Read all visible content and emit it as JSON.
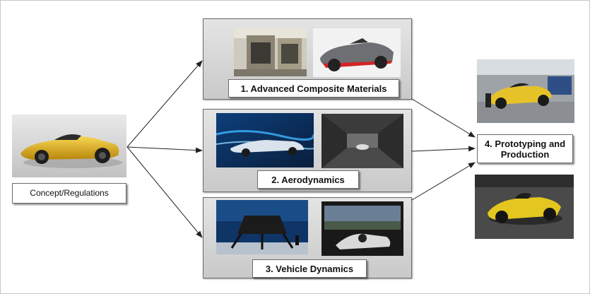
{
  "concept": {
    "label": "Concept/Regulations"
  },
  "stages": [
    {
      "label": "1.  Advanced Composite Materials"
    },
    {
      "label": "2.   Aerodynamics"
    },
    {
      "label": "3.   Vehicle Dynamics"
    }
  ],
  "final": {
    "label": "4. Prototyping and Production"
  },
  "colors": {
    "car_yellow": "#e0b521",
    "panel_grey": "#d6d6d6",
    "border": "#6b6b6b"
  },
  "images": [
    "yellow-concept-car-render",
    "composite-press-machine",
    "grey-carbon-prototype-render",
    "aerodynamic-flow-visualization",
    "wind-tunnel",
    "motion-simulator-rig",
    "driving-simulator-screens",
    "yellow-car-in-workshop",
    "yellow-car-on-track"
  ]
}
